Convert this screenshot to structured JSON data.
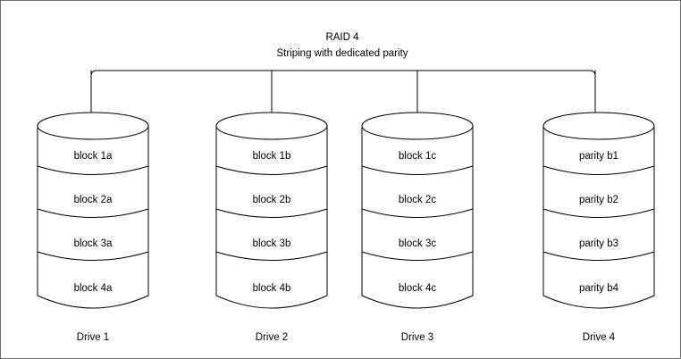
{
  "diagram": {
    "title": "RAID 4",
    "subtitle": "Striping with dedicated parity",
    "bus": {
      "name": "controller-bus"
    },
    "colors": {
      "stroke": "#000000",
      "fill": "#ffffff",
      "border": "#6d6d6d",
      "background": "#ffffff"
    },
    "drives": [
      {
        "label": "Drive 1",
        "blocks": [
          "block 1a",
          "block 2a",
          "block 3a",
          "block 4a"
        ]
      },
      {
        "label": "Drive 2",
        "blocks": [
          "block 1b",
          "block 2b",
          "block 3b",
          "block 4b"
        ]
      },
      {
        "label": "Drive 3",
        "blocks": [
          "block 1c",
          "block 2c",
          "block 3c",
          "block 4c"
        ]
      },
      {
        "label": "Drive 4",
        "blocks": [
          "parity b1",
          "parity b2",
          "parity b3",
          "parity b4"
        ]
      }
    ]
  }
}
